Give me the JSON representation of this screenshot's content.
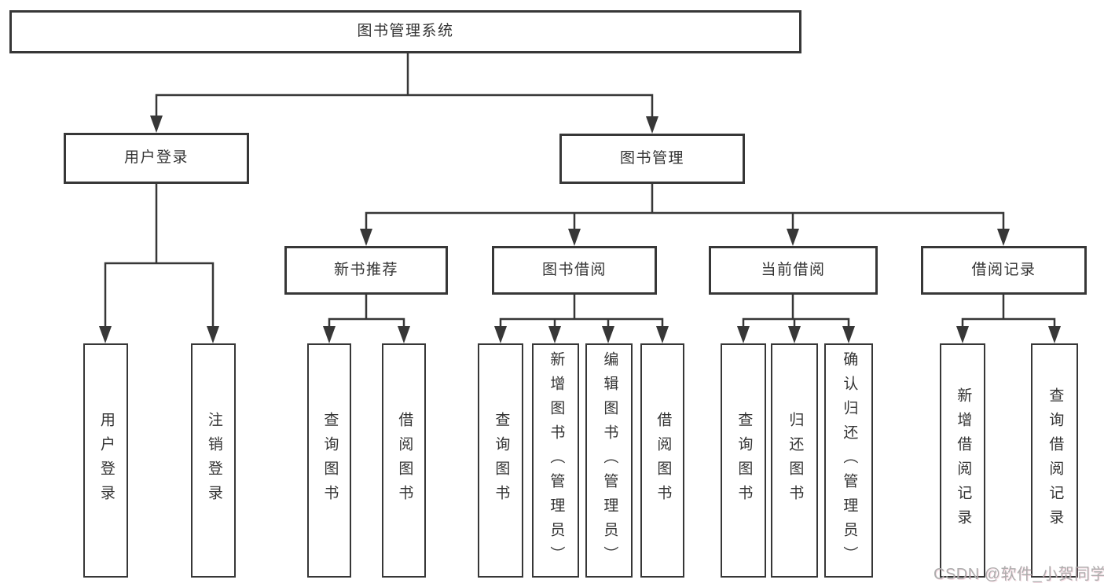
{
  "diagram": {
    "root": {
      "label": "图书管理系统"
    },
    "branches": [
      {
        "label": "用户登录",
        "children": [
          {
            "label": "用户登录"
          },
          {
            "label": "注销登录"
          }
        ]
      },
      {
        "label": "图书管理",
        "children": [
          {
            "label": "新书推荐",
            "children": [
              {
                "label": "查询图书"
              },
              {
                "label": "借阅图书"
              }
            ]
          },
          {
            "label": "图书借阅",
            "children": [
              {
                "label": "查询图书"
              },
              {
                "label": "新增图书（管理员）"
              },
              {
                "label": "编辑图书（管理员）"
              },
              {
                "label": "借阅图书"
              }
            ]
          },
          {
            "label": "当前借阅",
            "children": [
              {
                "label": "查询图书"
              },
              {
                "label": "归还图书"
              },
              {
                "label": "确认归还（管理员）"
              }
            ]
          },
          {
            "label": "借阅记录",
            "children": [
              {
                "label": "新增借阅记录"
              },
              {
                "label": "查询借阅记录"
              }
            ]
          }
        ]
      }
    ]
  },
  "watermark": {
    "text": "CSDN @软件_小贺同学"
  },
  "colors": {
    "line": "#373737",
    "box_border": "#373737",
    "text": "#333333",
    "background": "#ffffff",
    "watermark": "#adadad"
  }
}
